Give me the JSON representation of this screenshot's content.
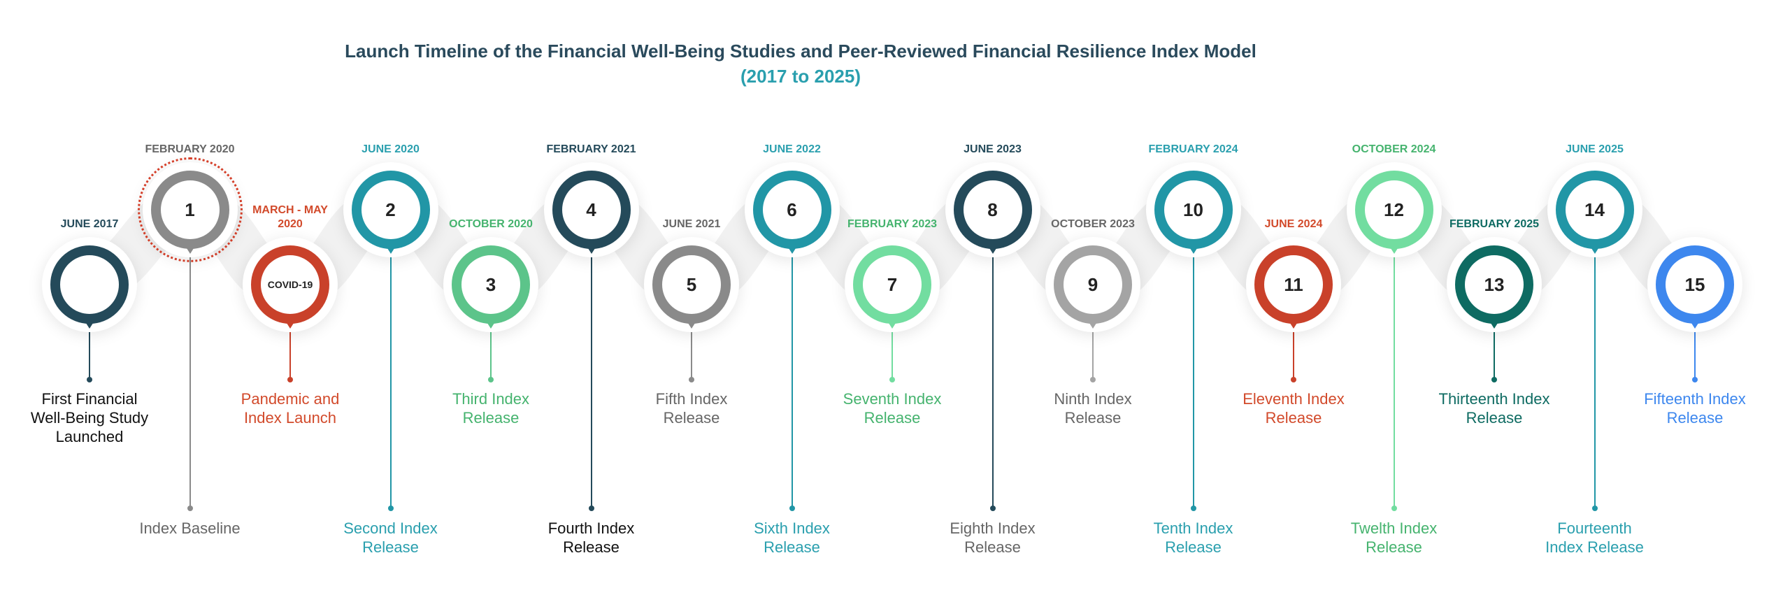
{
  "title": "Launch Timeline of the Financial Well-Being Studies and Peer-Reviewed Financial Resilience Index Model",
  "subtitle": "(2017 to 2025)",
  "colors": {
    "navy": "#244a5a",
    "teal": "#2196a6",
    "green": "#5cc48a",
    "mint": "#72dda0",
    "gray": "#8a8a8a",
    "lightgray": "#a4a4a4",
    "red": "#c9412a",
    "darkteal": "#0e6b62",
    "blue": "#3d87ee",
    "text_dark": "#111111",
    "text_teal": "#2a9fae",
    "text_green": "#45b36e",
    "text_gray": "#666666",
    "text_red": "#d24a2b",
    "text_blue": "#3d87ee",
    "text_darkteal": "#0e6b62"
  },
  "milestones": [
    {
      "number": "",
      "date": "JUNE 2017",
      "label": "First Financial\nWell-Being Study\nLaunched",
      "ring_color": "navy",
      "date_color": "navy",
      "label_color": "text_dark",
      "position": "low",
      "label_level": "near"
    },
    {
      "number": "1",
      "date": "FEBRUARY 2020",
      "label": "Index Baseline",
      "ring_color": "gray",
      "date_color": "text_gray",
      "label_color": "text_gray",
      "position": "high",
      "label_level": "far",
      "halo": true
    },
    {
      "number": "COVID-19",
      "date": "MARCH - MAY\n2020",
      "label": "Pandemic and\nIndex Launch",
      "ring_color": "red",
      "date_color": "text_red",
      "label_color": "text_red",
      "position": "low",
      "label_level": "near"
    },
    {
      "number": "2",
      "date": "JUNE 2020",
      "label": "Second Index\nRelease",
      "ring_color": "teal",
      "date_color": "text_teal",
      "label_color": "text_teal",
      "position": "high",
      "label_level": "far"
    },
    {
      "number": "3",
      "date": "OCTOBER 2020",
      "label": "Third Index\nRelease",
      "ring_color": "green",
      "date_color": "text_green",
      "label_color": "text_green",
      "position": "low",
      "label_level": "near"
    },
    {
      "number": "4",
      "date": "FEBRUARY 2021",
      "label": "Fourth Index\nRelease",
      "ring_color": "navy",
      "date_color": "navy",
      "label_color": "text_dark",
      "position": "high",
      "label_level": "far"
    },
    {
      "number": "5",
      "date": "JUNE 2021",
      "label": "Fifth Index\nRelease",
      "ring_color": "gray",
      "date_color": "text_gray",
      "label_color": "text_gray",
      "position": "low",
      "label_level": "near"
    },
    {
      "number": "6",
      "date": "JUNE 2022",
      "label": "Sixth Index\nRelease",
      "ring_color": "teal",
      "date_color": "text_teal",
      "label_color": "text_teal",
      "position": "high",
      "label_level": "far"
    },
    {
      "number": "7",
      "date": "FEBRUARY 2023",
      "label": "Seventh Index\nRelease",
      "ring_color": "mint",
      "date_color": "text_green",
      "label_color": "text_green",
      "position": "low",
      "label_level": "near"
    },
    {
      "number": "8",
      "date": "JUNE 2023",
      "label": "Eighth Index\nRelease",
      "ring_color": "navy",
      "date_color": "navy",
      "label_color": "text_gray",
      "position": "high",
      "label_level": "far"
    },
    {
      "number": "9",
      "date": "OCTOBER 2023",
      "label": "Ninth Index\nRelease",
      "ring_color": "lightgray",
      "date_color": "text_gray",
      "label_color": "text_gray",
      "position": "low",
      "label_level": "near"
    },
    {
      "number": "10",
      "date": "FEBRUARY 2024",
      "label": "Tenth Index\nRelease",
      "ring_color": "teal",
      "date_color": "text_teal",
      "label_color": "text_teal",
      "position": "high",
      "label_level": "far"
    },
    {
      "number": "11",
      "date": "JUNE 2024",
      "label": "Eleventh Index\nRelease",
      "ring_color": "red",
      "date_color": "text_red",
      "label_color": "text_red",
      "position": "low",
      "label_level": "near"
    },
    {
      "number": "12",
      "date": "OCTOBER 2024",
      "label": "Twelth Index\nRelease",
      "ring_color": "mint",
      "date_color": "text_green",
      "label_color": "text_green",
      "position": "high",
      "label_level": "far"
    },
    {
      "number": "13",
      "date": "FEBRUARY 2025",
      "label": "Thirteenth Index\nRelease",
      "ring_color": "darkteal",
      "date_color": "text_darkteal",
      "label_color": "text_darkteal",
      "position": "low",
      "label_level": "near"
    },
    {
      "number": "14",
      "date": "JUNE 2025",
      "label": "Fourteenth\nIndex Release",
      "ring_color": "teal",
      "date_color": "text_teal",
      "label_color": "text_teal",
      "position": "high",
      "label_level": "far"
    },
    {
      "number": "15",
      "date": "",
      "label": "Fifteenth Index\nRelease",
      "ring_color": "blue",
      "date_color": "text_blue",
      "label_color": "text_blue",
      "position": "low",
      "label_level": "near"
    }
  ]
}
